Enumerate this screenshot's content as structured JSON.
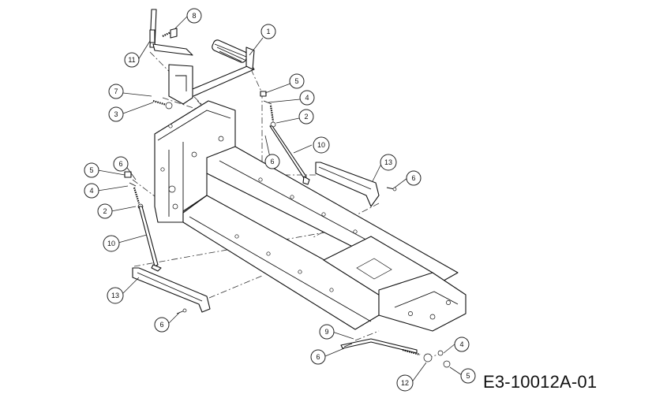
{
  "drawing_code": "E3-10012A-01",
  "callouts": [
    {
      "id": "c1",
      "label": "1"
    },
    {
      "id": "c2",
      "label": "2"
    },
    {
      "id": "c2b",
      "label": "2"
    },
    {
      "id": "c3",
      "label": "3"
    },
    {
      "id": "c4",
      "label": "4"
    },
    {
      "id": "c4b",
      "label": "4"
    },
    {
      "id": "c4c",
      "label": "4"
    },
    {
      "id": "c5",
      "label": "5"
    },
    {
      "id": "c5b",
      "label": "5"
    },
    {
      "id": "c5c",
      "label": "5"
    },
    {
      "id": "c6",
      "label": "6"
    },
    {
      "id": "c6b",
      "label": "6"
    },
    {
      "id": "c6c",
      "label": "6"
    },
    {
      "id": "c6d",
      "label": "6"
    },
    {
      "id": "c6e",
      "label": "6"
    },
    {
      "id": "c7",
      "label": "7"
    },
    {
      "id": "c8",
      "label": "8"
    },
    {
      "id": "c9",
      "label": "9"
    },
    {
      "id": "c10",
      "label": "10"
    },
    {
      "id": "c10b",
      "label": "10"
    },
    {
      "id": "c11",
      "label": "11"
    },
    {
      "id": "c12",
      "label": "12"
    },
    {
      "id": "c13",
      "label": "13"
    },
    {
      "id": "c13b",
      "label": "13"
    }
  ]
}
